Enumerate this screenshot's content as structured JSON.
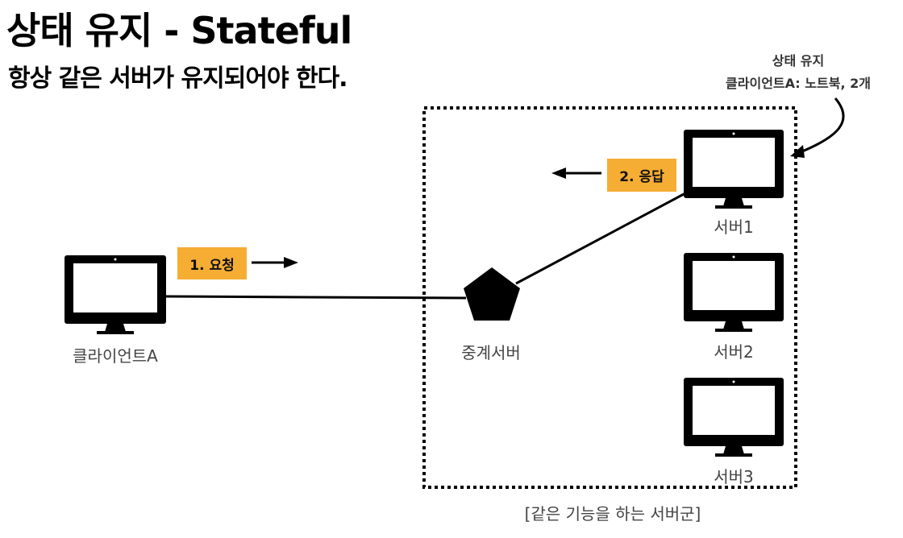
{
  "title": "상태 유지 - Stateful",
  "subtitle": "항상 같은 서버가 유지되어야 한다.",
  "note": {
    "line1": "상태 유지",
    "line2": "클라이언트A: 노트북, 2개"
  },
  "client": {
    "label": "클라이언트A"
  },
  "proxy": {
    "label": "중계서버"
  },
  "servers": [
    {
      "label": "서버1"
    },
    {
      "label": "서버2"
    },
    {
      "label": "서버3"
    }
  ],
  "request_tag": "1. 요청",
  "response_tag": "2. 응답",
  "server_group_label": "[같은 기능을 하는 서버군]",
  "colors": {
    "tag": "#f5ad33",
    "ink": "#000000"
  }
}
